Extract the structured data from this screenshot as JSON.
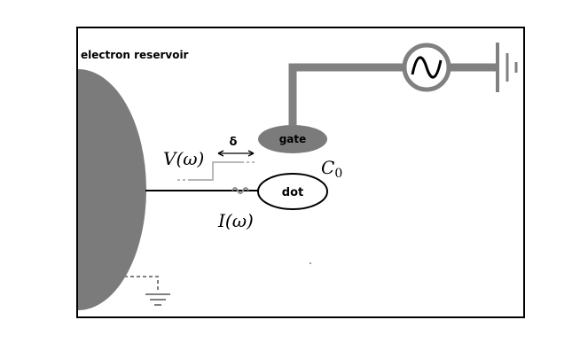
{
  "labels": {
    "reservoir": "electron reservoir",
    "gate": "gate",
    "dot": "dot",
    "delta": "δ",
    "voltage": "V(ω)",
    "current": "I(ω)",
    "capacitance": "C",
    "capacitance_sub": "0"
  },
  "colors": {
    "frame": "#000000",
    "reservoir_fill": "#7b7b7b",
    "wire": "#808080",
    "ground_dashed": "#808080",
    "voltage_line": "#b8b8b8",
    "dot_outline": "#000000",
    "gate_fill": "#7b7b7b"
  },
  "icons": {
    "source": "ac-source-icon",
    "ground_top": "ground-icon",
    "ground_bottom": "ground-icon",
    "double_arrow": "double-arrow-icon"
  }
}
